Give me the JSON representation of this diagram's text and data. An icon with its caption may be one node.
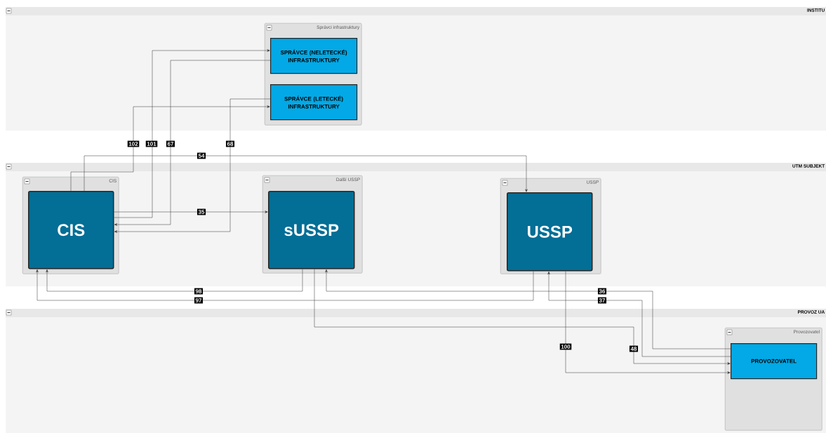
{
  "diagram": {
    "nodes": [
      {
        "text": [
          "INSTITU"
        ]
      },
      {
        "text": [
          "Správci infrastruktury"
        ],
        "in": 0
      },
      {
        "text": [
          "SPRÁVCE (NELETECKÉ) INFRASTRUKTURY"
        ],
        "in": 1
      },
      {
        "text": [
          "SPRÁVCE (LETECKÉ) INFRASTRUKTURY"
        ],
        "in": 1
      },
      {
        "text": [
          "UTM SUBJEKT"
        ]
      },
      {
        "text": [
          "CIS"
        ],
        "in": 4
      },
      {
        "text": [
          "CIS"
        ],
        "in": 5
      },
      {
        "text": [
          "Další USSP"
        ],
        "in": 4
      },
      {
        "text": [
          "sUSSP"
        ],
        "in": 7
      },
      {
        "text": [
          "USSP"
        ],
        "in": 4
      },
      {
        "text": [
          "USSP"
        ],
        "in": 9
      },
      {
        "text": [
          "PROVOZ UA"
        ]
      },
      {
        "text": [
          "Provozovatel"
        ],
        "in": 11
      },
      {
        "text": [
          "PROVOZOVATEL"
        ],
        "in": 12
      }
    ],
    "edges": [
      {
        "from": 6,
        "to": 3,
        "arrow": "to",
        "label": "102"
      },
      {
        "from": 6,
        "to": 2,
        "arrow": "to",
        "label": "101"
      },
      {
        "from": 2,
        "to": 6,
        "arrow": "to",
        "label": "67"
      },
      {
        "from": 3,
        "to": 6,
        "arrow": "to",
        "label": "68"
      },
      {
        "from": 6,
        "to": 10,
        "arrow": "to",
        "label": "54"
      },
      {
        "from": 6,
        "to": 8,
        "arrow": "to",
        "label": "35"
      },
      {
        "from": 8,
        "to": 6,
        "arrow": "to",
        "label": "98"
      },
      {
        "from": 10,
        "to": 6,
        "arrow": "to",
        "label": "97"
      },
      {
        "from": 13,
        "to": 8,
        "arrow": "to",
        "label": "36"
      },
      {
        "from": 13,
        "to": 10,
        "arrow": "to",
        "label": "37"
      },
      {
        "from": 8,
        "to": 13,
        "arrow": "to",
        "label": "48"
      },
      {
        "from": 10,
        "to": 13,
        "arrow": "to",
        "label": "100"
      }
    ]
  }
}
